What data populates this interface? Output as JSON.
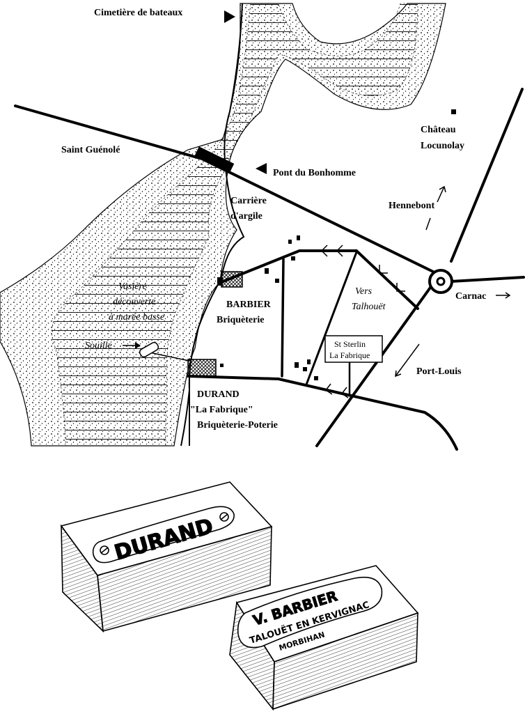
{
  "map": {
    "labels": {
      "cimetiere": "Cimetière de bateaux",
      "saint_guenole": "Saint Guénolé",
      "pont": "Pont du Bonhomme",
      "chateau_1": "Château",
      "chateau_2": "Locunolay",
      "carriere_1": "Carrière",
      "carriere_2": "d'argile",
      "hennebont": "Hennebont",
      "vasiere_1": "Vasière",
      "vasiere_2": "découverte",
      "vasiere_3": "à marée basse",
      "barbier_1": "BARBIER",
      "barbier_2": "Briquèterie",
      "vers_1": "Vers",
      "vers_2": "Talhouët",
      "carnac": "Carnac",
      "souille": "Souille",
      "sign_1": "St Sterlin",
      "sign_2": "La Fabrique",
      "portlouis": "Port-Louis",
      "durand_1": "DURAND",
      "durand_2": "\"La Fabrique\"",
      "durand_3": "Briquèterie-Poterie"
    }
  },
  "bricks": {
    "durand": "DURAND",
    "barbier_1": "V. BARBIER",
    "barbier_2": "TALOUËT EN KERVIGNAC",
    "barbier_3": "MORBIHAN"
  },
  "colors": {
    "ink": "#000000",
    "paper": "#ffffff"
  }
}
